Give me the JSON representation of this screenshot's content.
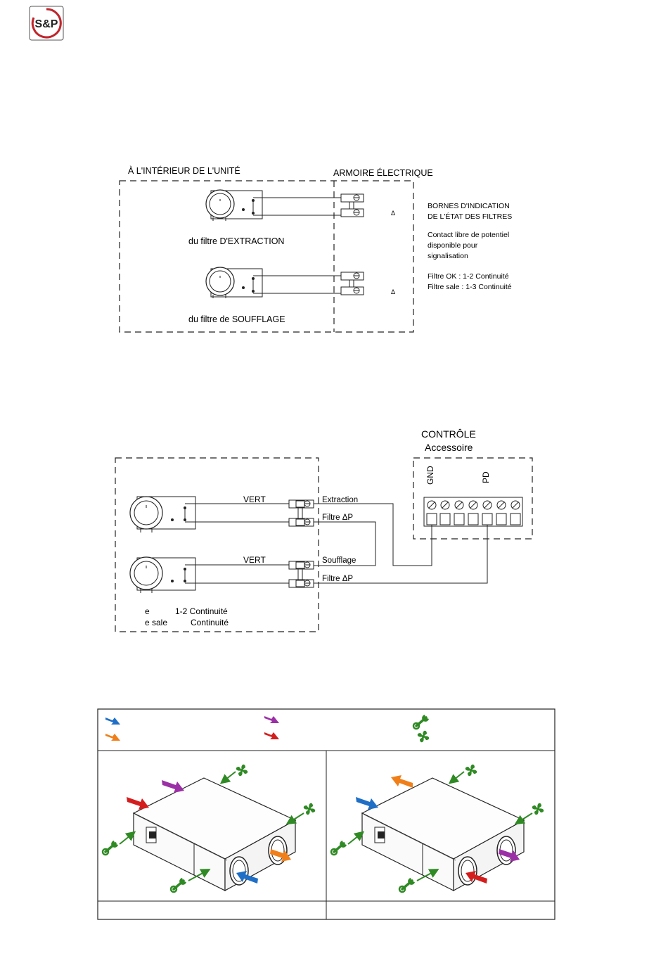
{
  "logo": {
    "text": "S&P",
    "color": "#c0262d"
  },
  "diagram1": {
    "label_inside": "À L'INTÉRIEUR DE L'UNITÉ",
    "label_cabinet": "ARMOIRE ÉLECTRIQUE",
    "extraction_caption": "du filtre D'EXTRACTION",
    "supply_caption": "du filtre de SOUFFLAGE",
    "delta_1": "Δ",
    "delta_2": "Δ",
    "notes": {
      "line1": "BORNES D'INDICATION",
      "line2": "DE L'ÉTAT DES FILTRES",
      "line3": "Contact libre de potentiel",
      "line4": "disponible pour",
      "line5": "signalisation",
      "line6": "Filtre OK :  1-2 Continuité",
      "line7": "Filtre sale :  1-3 Continuité"
    }
  },
  "diagram2": {
    "control_title": "CONTRÔLE",
    "control_subtitle": "Accessoire",
    "pin_gnd": "GND",
    "pin_pd": "PD",
    "wire_label_1": "VERT",
    "wire_label_2": "VERT",
    "term_extraction": "Extraction",
    "term_filter_1": "Filtre  ΔP",
    "term_supply": "Soufflage",
    "term_filter_2": "Filtre  ΔP",
    "legend_row1_a": "e",
    "legend_row1_b": "1-2 Continuité",
    "legend_row2_a": "e sale",
    "legend_row2_b": "Continuité"
  },
  "airflow_table": {
    "legend_colors": {
      "blue": "#1f6fc6",
      "orange": "#f07f1a",
      "purple": "#9b30a6",
      "red": "#d41e1e",
      "green": "#2f8a24"
    },
    "legend_icons": [
      "blue-arrow-icon",
      "orange-arrow-icon",
      "purple-arrow-icon",
      "red-arrow-icon",
      "wrench-icon",
      "fan-icon"
    ]
  }
}
